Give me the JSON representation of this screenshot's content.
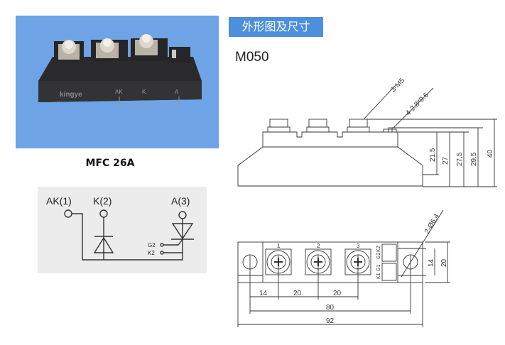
{
  "photo": {
    "brand_logo": "kingye",
    "terminal_labels": [
      "AK",
      "K",
      "A"
    ],
    "background_color": "#6ea3e6"
  },
  "caption": "MFC 26A",
  "schematic": {
    "terminals": [
      "AK(1)",
      "K(2)",
      "A(3)"
    ],
    "gate_labels": [
      "G2",
      "K2"
    ]
  },
  "header": {
    "title": "外形图及尺寸",
    "color": "#4d8fdc"
  },
  "model": "M050",
  "side_view": {
    "callouts": [
      "3-M5",
      "4-2.8*0.6"
    ],
    "heights": [
      "21,5",
      "27",
      "27,5",
      "29,5",
      "40"
    ]
  },
  "top_view": {
    "terminal_numbers": [
      "1",
      "2",
      "3"
    ],
    "pin_labels": [
      "K2",
      "G2",
      "G1",
      "K1"
    ],
    "callout": "2-Ø6,4",
    "spacing": [
      "14",
      "20",
      "20"
    ],
    "hole_pitch": "80",
    "total_length": "92",
    "heights": [
      "14",
      "20"
    ]
  }
}
